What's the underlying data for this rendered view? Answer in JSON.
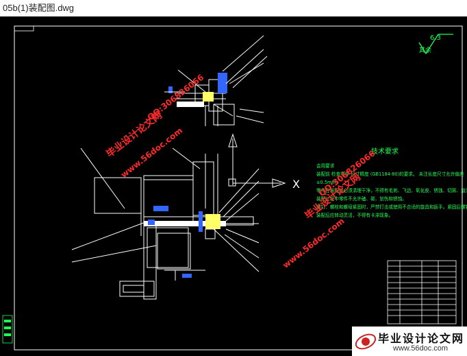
{
  "window": {
    "title": "05b(1)装配图.dwg"
  },
  "colors": {
    "background": "#000000",
    "line": "#ffffff",
    "text_green": "#22ff55",
    "title_yellow": "#ffff33",
    "accent_blue": "#3366ff",
    "watermark_red": "#ff2a2a",
    "watermark_green": "#2dff2d"
  },
  "drawing": {
    "roughness": {
      "value": "6.3",
      "label": "其余"
    },
    "section_marker": "X",
    "tech_requirements": {
      "heading": "技术要求",
      "lines": [
        "会用要求",
        "装配前 检查零件 尺寸精度 (GB1184-80)的要求。 未注长度尺寸允许偏差",
        "±0.5mm。",
        "零件在装配前必须清理干净，不得有毛刺、飞边、氧化皮、锈蚀、切屑、油污、着色剂和灰尘等。",
        "装配过程中零件不允许磕、碰、划伤和锈蚀。",
        "螺钉、螺栓和螺母紧固时，严禁打击或使用不合适的旋具和扳手。紧固后螺钉槽、螺母和螺钉、螺栓头部不得损坏。",
        "装配后应转动灵活，不得有卡滞现象。"
      ]
    }
  },
  "watermarks": {
    "brand": "毕业设计论文网",
    "url": "www.56doc.com",
    "qq": "QQ:306826066"
  },
  "footer_logo": {
    "title": "毕业设计论文网",
    "url": "www.56doc.com"
  }
}
